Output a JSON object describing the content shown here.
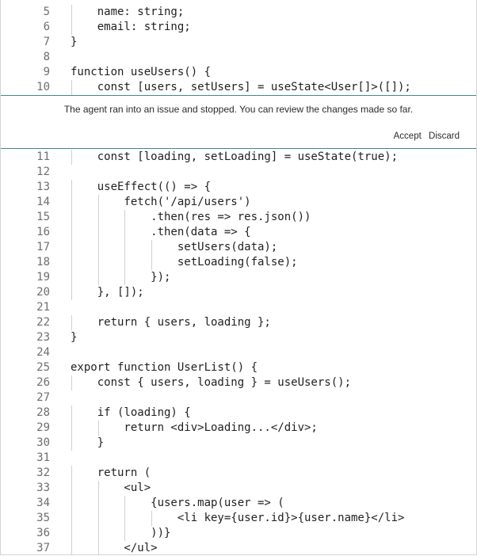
{
  "notice": {
    "message": "The agent ran into an issue and stopped. You can review the changes made so far.",
    "accept_label": "Accept",
    "discard_label": "Discard"
  },
  "code_top": [
    {
      "n": "5",
      "text": "    name: string;",
      "indent": 1
    },
    {
      "n": "6",
      "text": "    email: string;",
      "indent": 1
    },
    {
      "n": "7",
      "text": "}",
      "indent": 0
    },
    {
      "n": "8",
      "text": "",
      "indent": 0
    },
    {
      "n": "9",
      "text": "function useUsers() {",
      "indent": 0
    },
    {
      "n": "10",
      "text": "    const [users, setUsers] = useState<User[]>([]);",
      "indent": 1
    }
  ],
  "code_bottom": [
    {
      "n": "11",
      "text": "    const [loading, setLoading] = useState(true);",
      "indent": 1
    },
    {
      "n": "12",
      "text": "",
      "indent": 0
    },
    {
      "n": "13",
      "text": "    useEffect(() => {",
      "indent": 1
    },
    {
      "n": "14",
      "text": "        fetch('/api/users')",
      "indent": 2
    },
    {
      "n": "15",
      "text": "            .then(res => res.json())",
      "indent": 3
    },
    {
      "n": "16",
      "text": "            .then(data => {",
      "indent": 3
    },
    {
      "n": "17",
      "text": "                setUsers(data);",
      "indent": 4
    },
    {
      "n": "18",
      "text": "                setLoading(false);",
      "indent": 4
    },
    {
      "n": "19",
      "text": "            });",
      "indent": 3
    },
    {
      "n": "20",
      "text": "    }, []);",
      "indent": 1
    },
    {
      "n": "21",
      "text": "",
      "indent": 0
    },
    {
      "n": "22",
      "text": "    return { users, loading };",
      "indent": 1
    },
    {
      "n": "23",
      "text": "}",
      "indent": 0
    },
    {
      "n": "24",
      "text": "",
      "indent": 0
    },
    {
      "n": "25",
      "text": "export function UserList() {",
      "indent": 0
    },
    {
      "n": "26",
      "text": "    const { users, loading } = useUsers();",
      "indent": 1
    },
    {
      "n": "27",
      "text": "",
      "indent": 0
    },
    {
      "n": "28",
      "text": "    if (loading) {",
      "indent": 1
    },
    {
      "n": "29",
      "text": "        return <div>Loading...</div>;",
      "indent": 2
    },
    {
      "n": "30",
      "text": "    }",
      "indent": 1
    },
    {
      "n": "31",
      "text": "",
      "indent": 0
    },
    {
      "n": "32",
      "text": "    return (",
      "indent": 1
    },
    {
      "n": "33",
      "text": "        <ul>",
      "indent": 2
    },
    {
      "n": "34",
      "text": "            {users.map(user => (",
      "indent": 3
    },
    {
      "n": "35",
      "text": "                <li key={user.id}>{user.name}</li>",
      "indent": 4
    },
    {
      "n": "36",
      "text": "            ))}",
      "indent": 3
    },
    {
      "n": "37",
      "text": "        </ul>",
      "indent": 2
    }
  ]
}
